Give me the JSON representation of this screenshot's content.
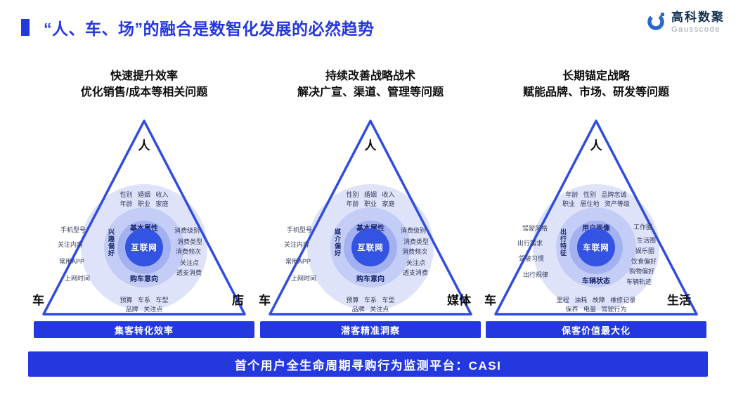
{
  "header": {
    "title": "“人、车、场”的融合是数智化发展的必然趋势",
    "logo_name": "高科数聚",
    "logo_sub": "Gausscode"
  },
  "colors": {
    "accent": "#2438DF",
    "triangle": "#2F4CE0",
    "core": "#3353E3",
    "circle_outer": "#DFE3FA",
    "circle_mid": "#C4CDF5",
    "circle_inner": "#A3B1F0",
    "logo_blue": "#2A67CE"
  },
  "columns": [
    {
      "heading1": "快速提升效率",
      "heading2": "优化销售/成本等相关问题",
      "apex": "人",
      "left_vertex": "车",
      "right_vertex": "店",
      "center": "互联网",
      "ring_top": "基本属性",
      "ring_bottom": "购车意向",
      "ring_side": "兴趣偏好",
      "top_row1": "性别 婚姻 收入",
      "top_row2": "年龄 职业 家庭",
      "left_labels": [
        "手机型号",
        "关注内容",
        "常用APP",
        "上网时间"
      ],
      "right_labels": [
        "消费级别",
        "消费类型",
        "消费频次",
        "关注点",
        "透支消费"
      ],
      "bottom_row1": "预算 车系 车型",
      "bottom_row2": "品牌 关注点",
      "bar": "集客转化效率"
    },
    {
      "heading1": "持续改善战略战术",
      "heading2": "解决广宣、渠道、管理等问题",
      "apex": "人",
      "left_vertex": "车",
      "right_vertex": "媒体",
      "center": "互联网",
      "ring_top": "基本属性",
      "ring_bottom": "购车意向",
      "ring_side": "媒介偏好",
      "top_row1": "性别 婚姻 收入",
      "top_row2": "年龄 职业 家庭",
      "left_labels": [
        "手机型号",
        "关注内容",
        "常用APP",
        "上网时间"
      ],
      "right_labels": [
        "消费级别",
        "消费类型",
        "消费频次",
        "关注点",
        "透支消费"
      ],
      "bottom_row1": "预算 车系 车型",
      "bottom_row2": "品牌 关注点",
      "bar": "潜客精准洞察"
    },
    {
      "heading1": "长期锚定战略",
      "heading2": "赋能品牌、市场、研发等问题",
      "apex": "人",
      "left_vertex": "车",
      "right_vertex": "生活",
      "center": "车联网",
      "ring_top": "用户画像",
      "ring_bottom": "车辆状态",
      "ring_side": "出行特征",
      "top_row1": "年龄 性别 品牌忠诚",
      "top_row2": "职业 居住地 资产等级",
      "left_labels": [
        "驾驶风格",
        "出行需求",
        "驾驶习惯",
        "出行规律"
      ],
      "right_labels": [
        "工作圈",
        "生活圈",
        "娱乐圈",
        "饮食偏好",
        "购物偏好",
        "车辆轨迹"
      ],
      "bottom_row1": "里程 油耗 故障 维修记录",
      "bottom_row2": "保养 电量 驾驶行为",
      "bar": "保客价值最大化"
    }
  ],
  "footer": {
    "text": "首个用户全生命周期寻购行为监测平台：CASI"
  }
}
